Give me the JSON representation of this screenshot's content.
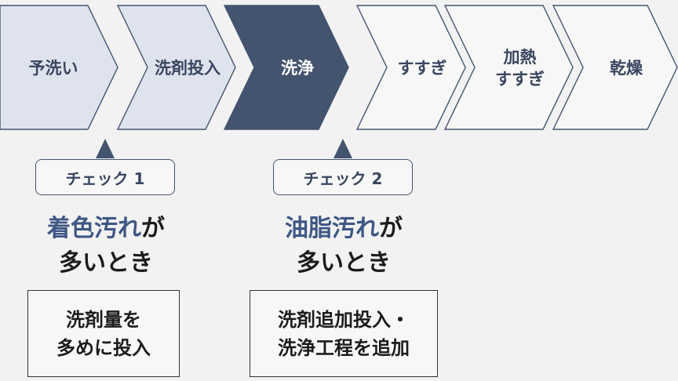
{
  "colors": {
    "step_fill_default": "#f7f7f7",
    "step_fill_done": "#dfe3ee",
    "step_fill_active": "#44546f",
    "step_stroke": "#44546f",
    "text_dark": "#3a4660",
    "text_on_active": "#ffffff",
    "accent": "#3f5784"
  },
  "steps": [
    {
      "lines": [
        "予洗い"
      ],
      "state": "done"
    },
    {
      "lines": [
        "洗剤投入"
      ],
      "state": "done"
    },
    {
      "lines": [
        "洗浄"
      ],
      "state": "active"
    },
    {
      "lines": [
        "すすぎ"
      ],
      "state": "default"
    },
    {
      "lines": [
        "加熱",
        "すすぎ"
      ],
      "state": "default"
    },
    {
      "lines": [
        "乾燥"
      ],
      "state": "default"
    }
  ],
  "checks": [
    {
      "label": "チェック 1",
      "condition_accent": "着色汚れ",
      "condition_rest": "が",
      "condition_line2": "多いとき",
      "action_line1": "洗剤量を",
      "action_line2": "多めに投入"
    },
    {
      "label": "チェック 2",
      "condition_accent": "油脂汚れ",
      "condition_rest": "が",
      "condition_line2": "多いとき",
      "action_line1": "洗剤追加投入・",
      "action_line2": "洗浄工程を追加"
    }
  ]
}
